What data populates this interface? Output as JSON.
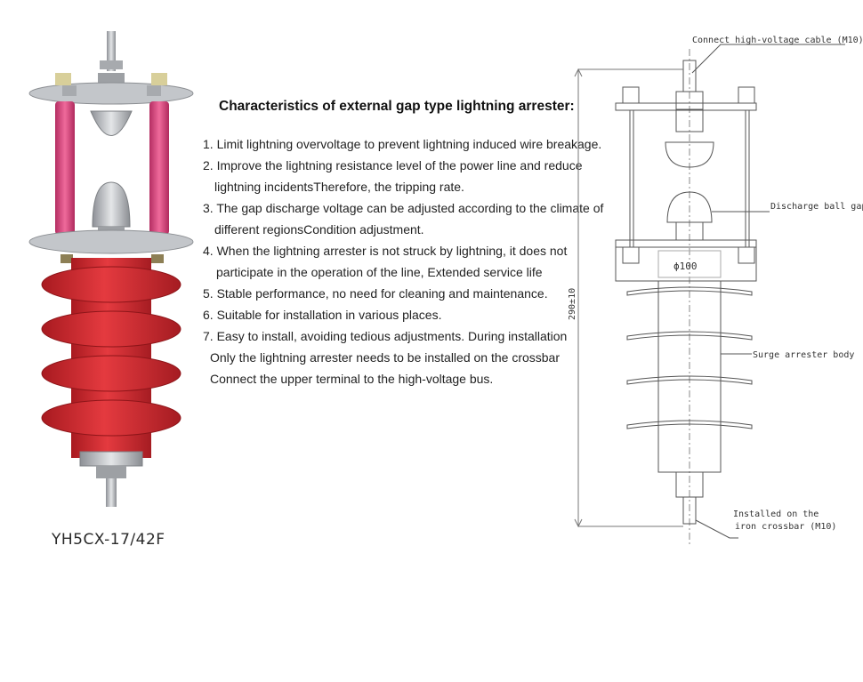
{
  "product": {
    "model": "YH5CX-17/42F"
  },
  "heading": "Characteristics of external gap type lightning arrester:",
  "features": [
    "1. Limit lightning overvoltage to prevent lightning induced wire breakage.",
    "2. Improve the lightning resistance level of the power line and reduce",
    "lightning incidentsTherefore, the tripping rate.",
    "3. The gap discharge voltage can be adjusted according to the climate of",
    "different regionsCondition adjustment.",
    "4. When the lightning arrester is not struck by lightning, it does not",
    "participate in the operation of the line, Extended service life",
    "5. Stable performance, no need for cleaning and maintenance.",
    "6. Suitable for installation in various places.",
    "7. Easy to install, avoiding tedious adjustments. During installation",
    "Only the lightning arrester needs to be installed on the crossbar",
    "Connect the upper terminal to the high-voltage bus."
  ],
  "drawing": {
    "callout_top": "Connect high-voltage cable (M10)",
    "callout_ball_gap": "Discharge ball gap",
    "callout_body": "Surge arrester body",
    "callout_bottom_line1": "Installed on the",
    "callout_bottom_line2": "iron crossbar (M10)",
    "dim_diameter": "ϕ100",
    "dim_height": "290±10"
  },
  "colors": {
    "insulator_red": "#d42a2f",
    "rod_pink": "#e0447e",
    "metal": "#b9bcc0",
    "line": "#555555"
  }
}
